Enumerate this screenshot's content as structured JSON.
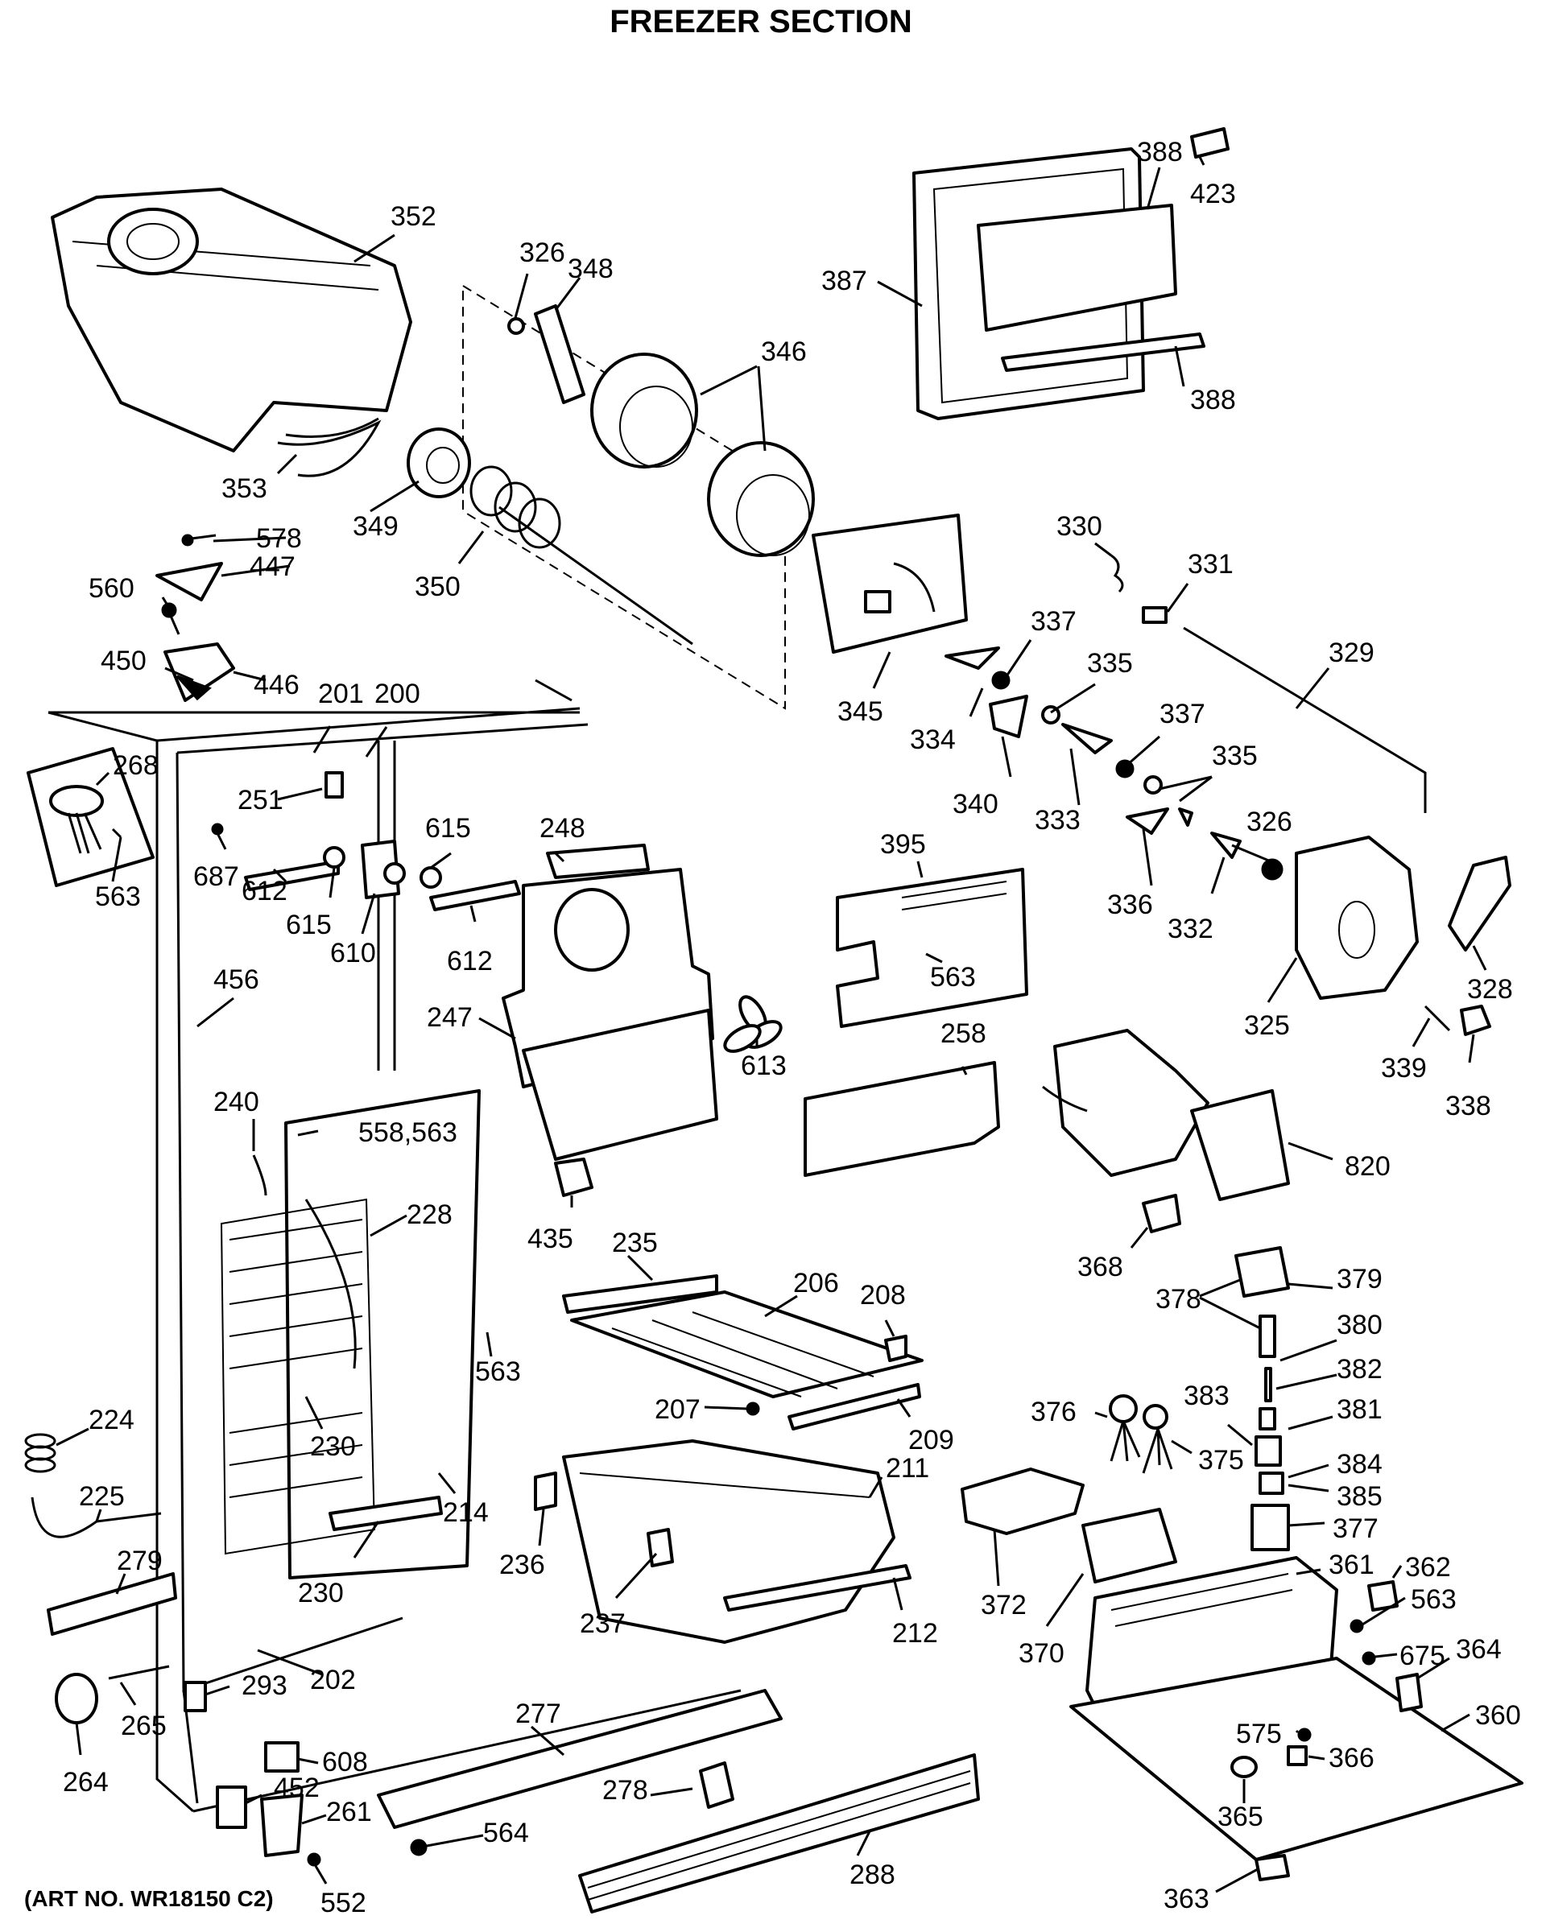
{
  "title": "FREEZER SECTION",
  "art_number": "(ART NO. WR18150 C2)",
  "part_numbers": {
    "p352": "352",
    "p353": "353",
    "p349": "349",
    "p350": "350",
    "p326a": "326",
    "p348": "348",
    "p346": "346",
    "p387": "387",
    "p388a": "388",
    "p388b": "388",
    "p423": "423",
    "p345": "345",
    "p578": "578",
    "p447": "447",
    "p560": "560",
    "p450": "450",
    "p446": "446",
    "p201": "201",
    "p200": "200",
    "p268": "268",
    "p563a": "563",
    "p251": "251",
    "p687": "687",
    "p612a": "612",
    "p615a": "615",
    "p615b": "615",
    "p610": "610",
    "p612b": "612",
    "p248": "248",
    "p247": "247",
    "p613": "613",
    "p456": "456",
    "p240": "240",
    "p558": "558,563",
    "p228": "228",
    "p563b": "563",
    "p230a": "230",
    "p230b": "230",
    "p214": "214",
    "p224": "224",
    "p225": "225",
    "p279": "279",
    "p202": "202",
    "p293": "293",
    "p265": "265",
    "p264": "264",
    "p608": "608",
    "p452": "452",
    "p261": "261",
    "p552": "552",
    "p564": "564",
    "p277": "277",
    "p278": "278",
    "p288": "288",
    "p435": "435",
    "p235": "235",
    "p206": "206",
    "p208": "208",
    "p207": "207",
    "p209": "209",
    "p236": "236",
    "p211": "211",
    "p237": "237",
    "p212": "212",
    "p330": "330",
    "p331": "331",
    "p329": "329",
    "p337a": "337",
    "p335a": "335",
    "p334": "334",
    "p340": "340",
    "p337b": "337",
    "p335b": "335",
    "p333": "333",
    "p336": "336",
    "p326b": "326",
    "p332": "332",
    "p325": "325",
    "p328": "328",
    "p339": "339",
    "p338": "338",
    "p395": "395",
    "p563c": "563",
    "p258": "258",
    "p820": "820",
    "p368": "368",
    "p378": "378",
    "p379": "379",
    "p380": "380",
    "p382": "382",
    "p381": "381",
    "p383": "383",
    "p376": "376",
    "p375": "375",
    "p384": "384",
    "p385": "385",
    "p377": "377",
    "p372": "372",
    "p370": "370",
    "p361": "361",
    "p362": "362",
    "p563d": "563",
    "p675": "675",
    "p364": "364",
    "p360": "360",
    "p575": "575",
    "p366": "366",
    "p365": "365",
    "p363": "363"
  }
}
